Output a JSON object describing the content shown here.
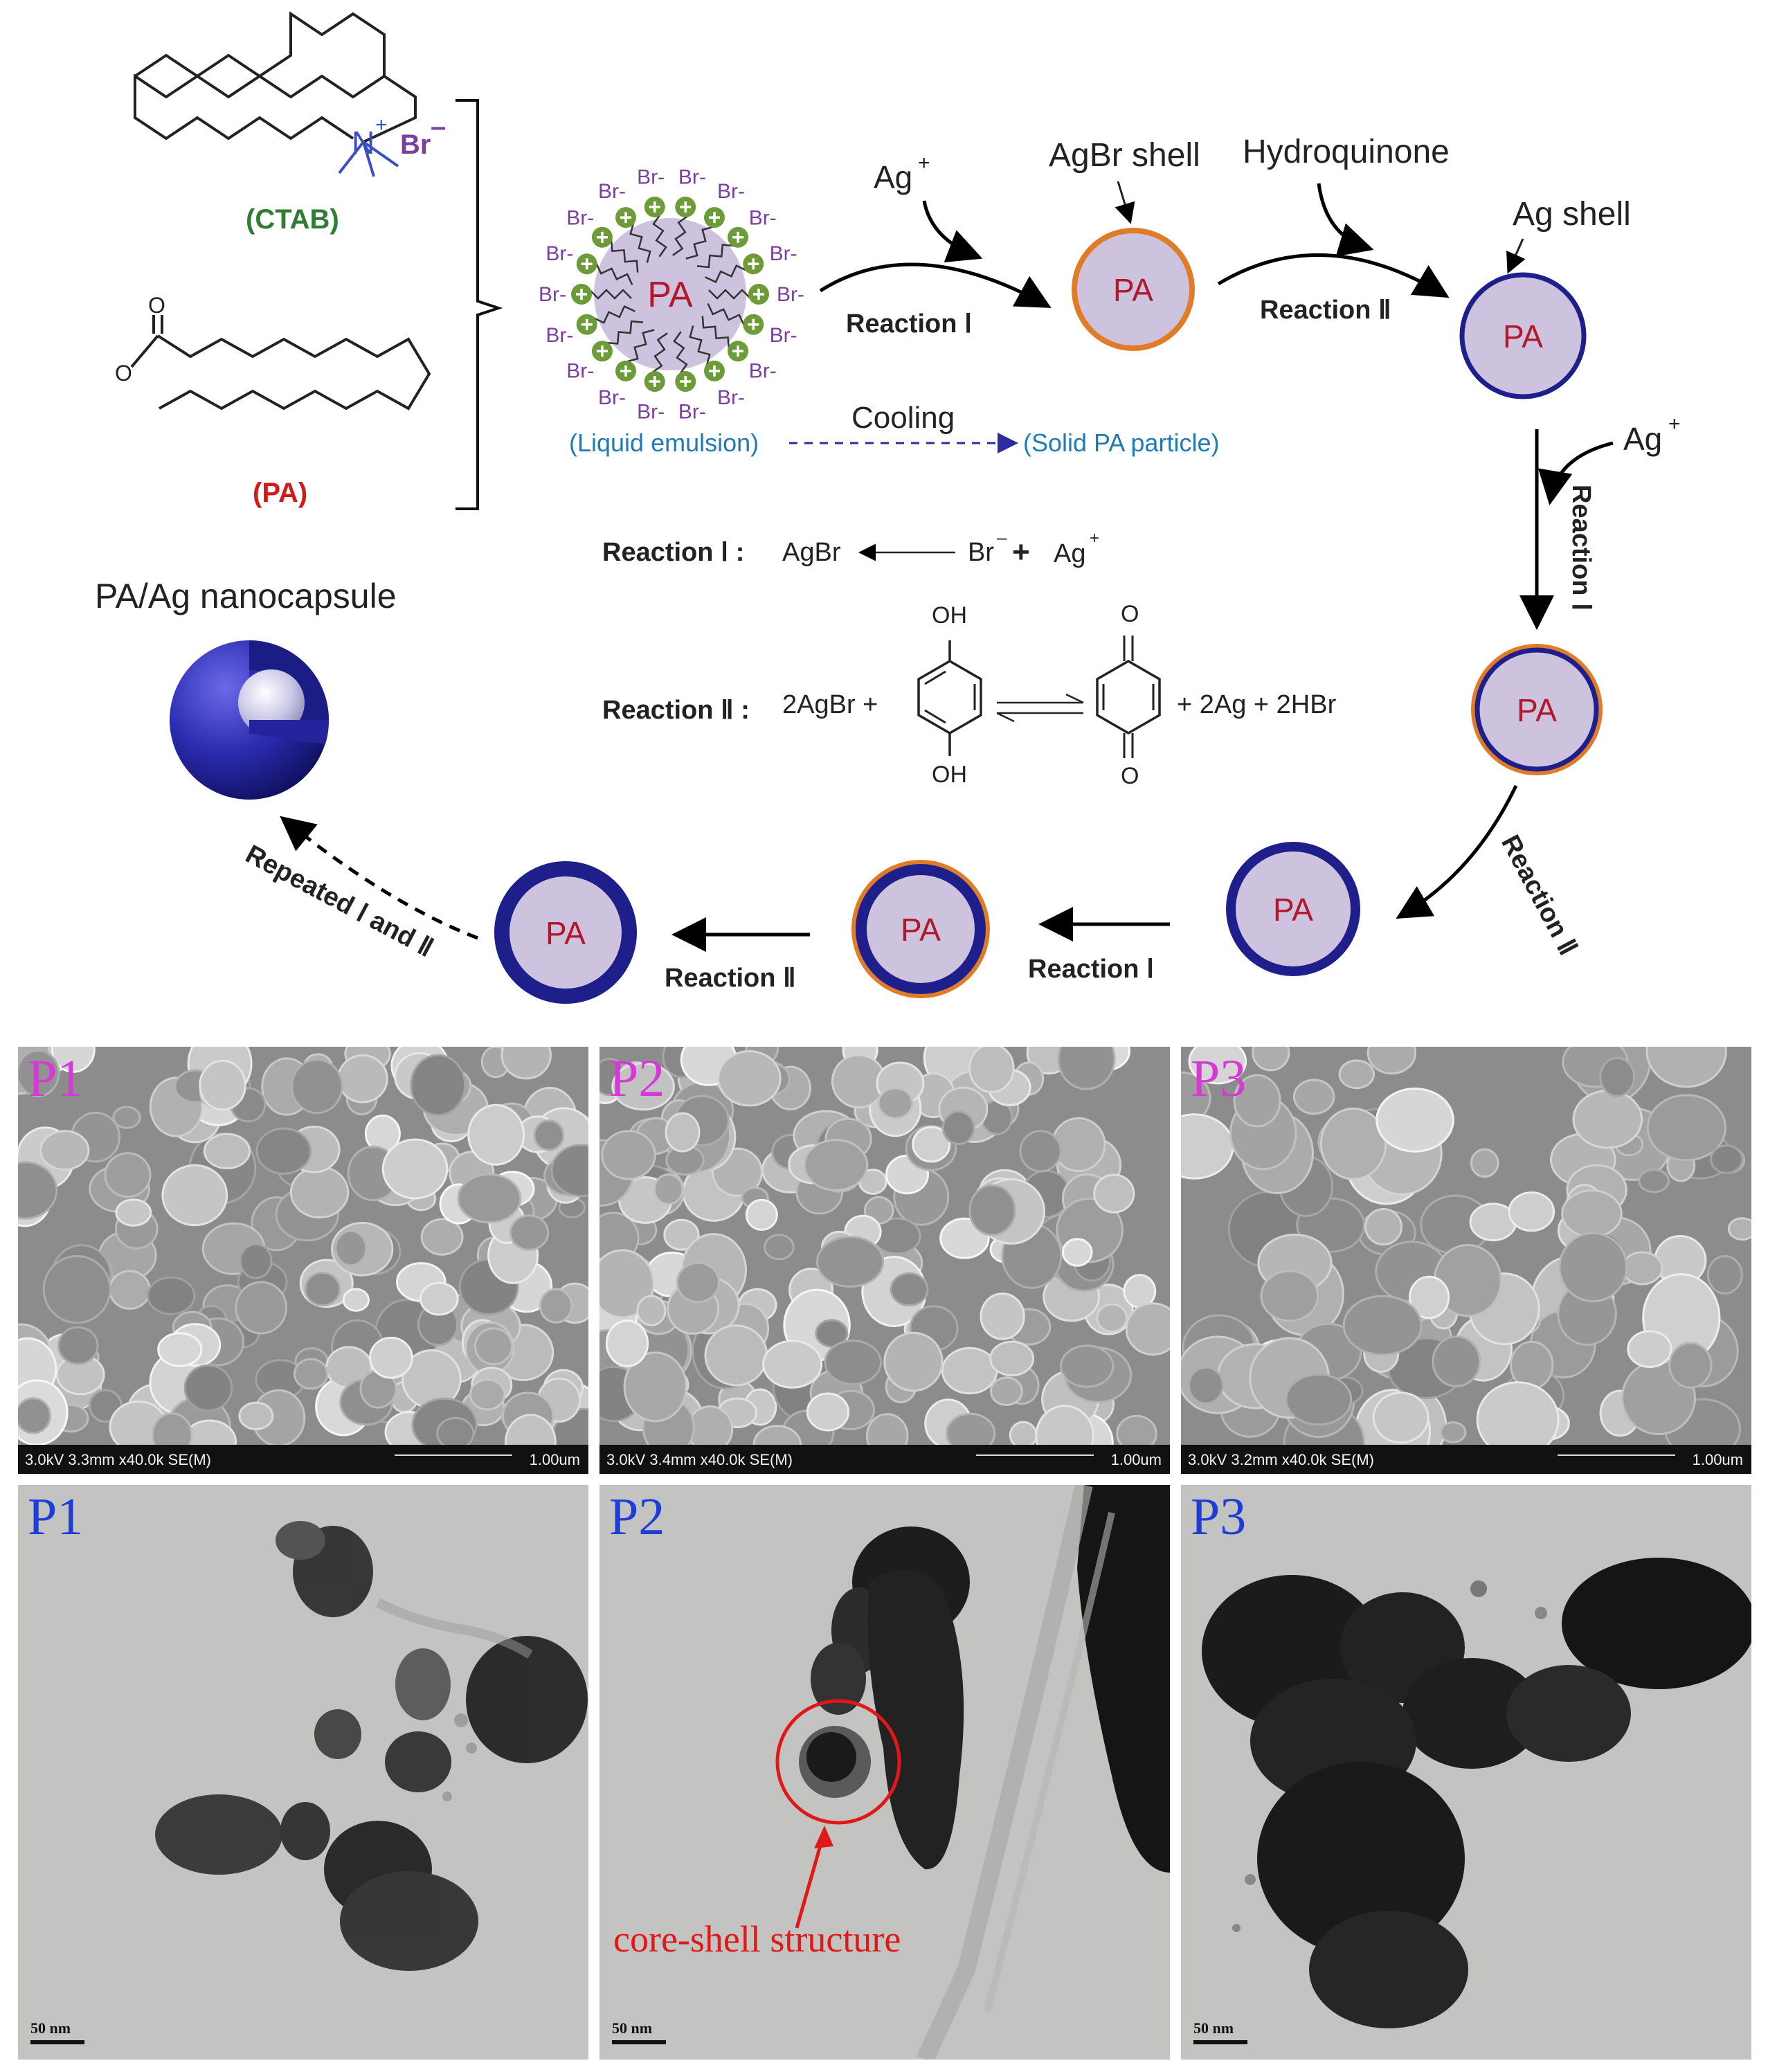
{
  "scheme": {
    "molecules": {
      "ctab_label": "(CTAB)",
      "ctab_n": "N",
      "ctab_plus": "+",
      "ctab_br": "Br",
      "ctab_br_charge": "–",
      "pa_label": "(PA)",
      "pa_o1": "O",
      "pa_o2": "O"
    },
    "emulsion": {
      "core": "PA",
      "counterion": "Br",
      "counterion_charge": "-",
      "liquid_label": "(Liquid emulsion)",
      "solid_label": "(Solid PA particle)",
      "cooling": "Cooling"
    },
    "steps": {
      "ag_ion": "Ag",
      "ag_charge": "+",
      "reaction1": "Reaction Ⅰ",
      "reaction2": "Reaction Ⅱ",
      "agbr_shell": "AgBr shell",
      "hydroquinone": "Hydroquinone",
      "ag_shell": "Ag shell",
      "pa": "PA",
      "repeated": "Repeated Ⅰ and Ⅱ",
      "nanocapsule": "PA/Ag nanocapsule"
    },
    "equations": {
      "r1_label": "Reaction Ⅰ :",
      "r1_product": "AgBr",
      "r1_br": "Br",
      "r1_br_charge": "–",
      "r1_plus": "+",
      "r1_ag": "Ag",
      "r1_ag_charge": "+",
      "r2_label": "Reaction Ⅱ :",
      "r2_left": "2AgBr +",
      "r2_oh_top": "OH",
      "r2_oh_bottom": "OH",
      "r2_o_top": "O",
      "r2_o_bottom": "O",
      "r2_right": "+ 2Ag + 2HBr"
    },
    "colors": {
      "pa_fill": "#cdc3df",
      "pa_text": "#b2182b",
      "agbr_ring": "#e07b28",
      "ag_ring": "#1f1f8c",
      "ctab_green": "#2e7d32",
      "head_green": "#6d9b3a",
      "br_purple": "#7b3fa0",
      "label_blue": "#1f7bb5",
      "pa_red": "#d11a1a"
    }
  },
  "micrographs": {
    "sem": [
      {
        "label": "P1",
        "info": "3.0kV 3.3mm x40.0k SE(M)",
        "scale": "1.00um"
      },
      {
        "label": "P2",
        "info": "3.0kV 3.4mm x40.0k SE(M)",
        "scale": "1.00um"
      },
      {
        "label": "P3",
        "info": "3.0kV 3.2mm x40.0k SE(M)",
        "scale": "1.00um"
      }
    ],
    "tem": [
      {
        "label": "P1",
        "scale": "50 nm"
      },
      {
        "label": "P2",
        "scale": "50 nm",
        "annotation": "core-shell structure"
      },
      {
        "label": "P3",
        "scale": "50 nm"
      }
    ]
  }
}
